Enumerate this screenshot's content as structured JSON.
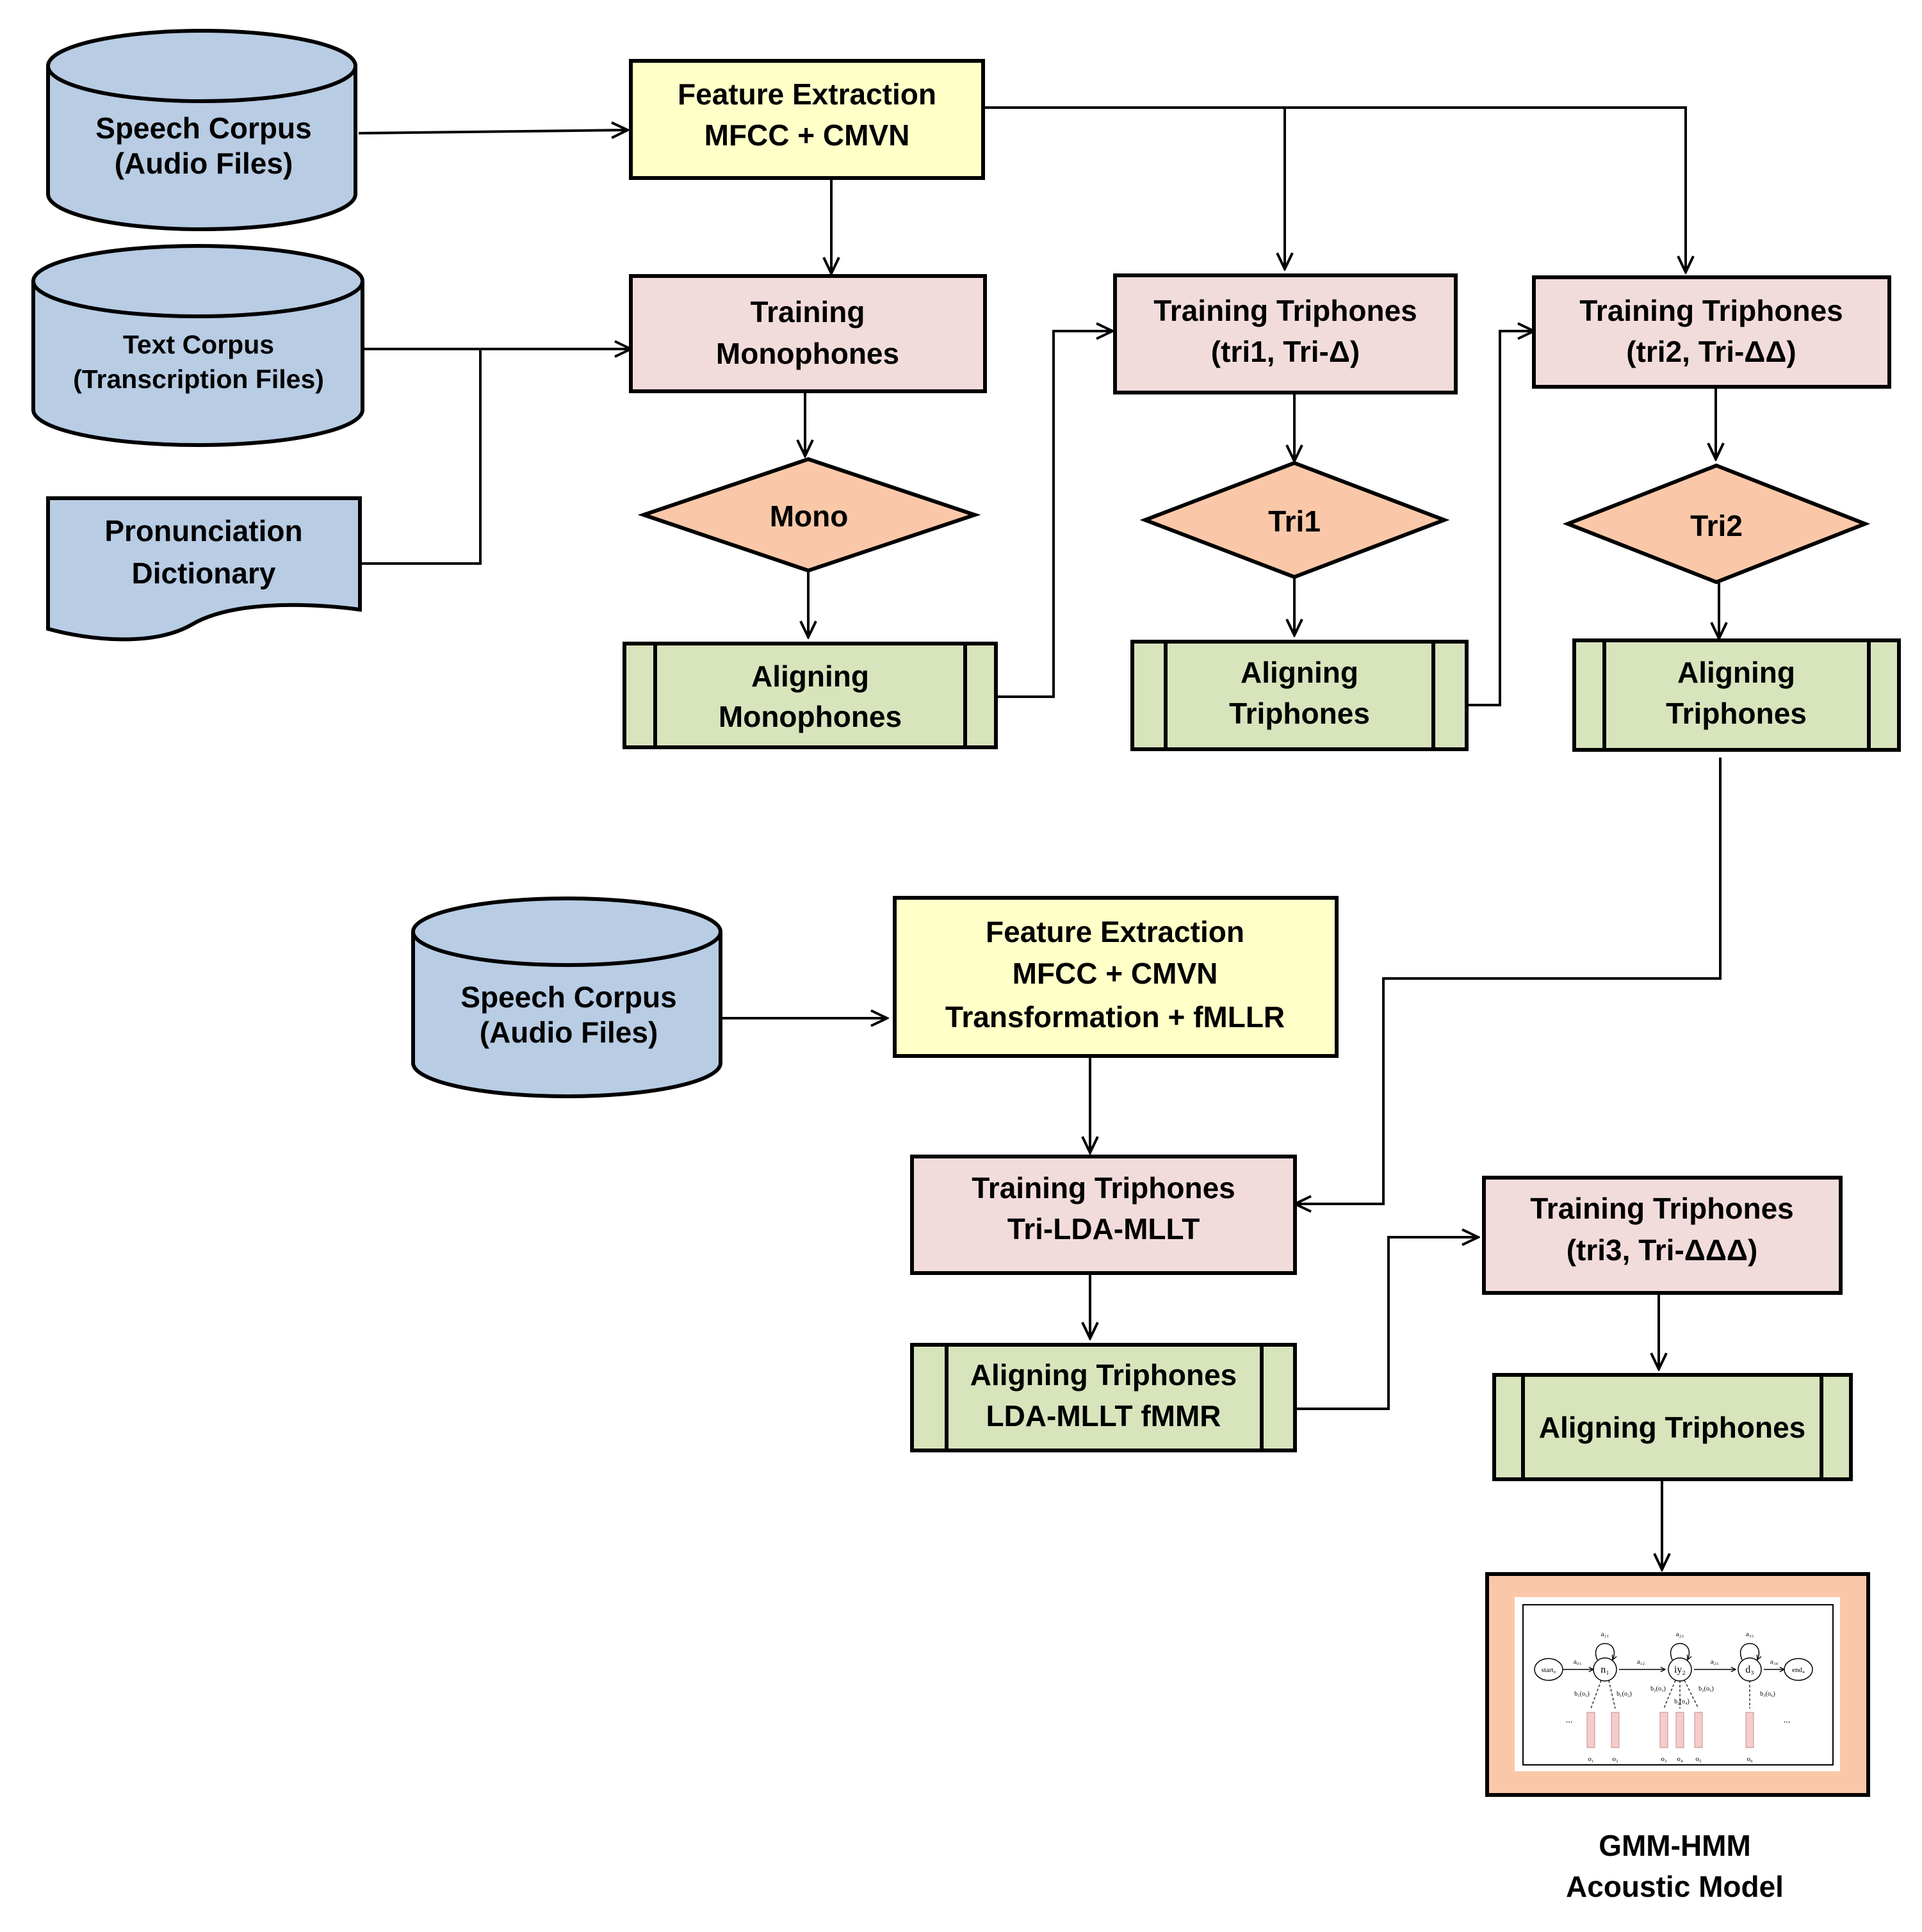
{
  "colors": {
    "store": "#b8cce4",
    "feature": "#ffffc8",
    "training": "#f2dcdb",
    "model": "#fac8a8",
    "align": "#d8e4bc",
    "output_frame": "#fac8a8",
    "hmm_state_fill": "#f4cccc"
  },
  "nodes": {
    "speech_corpus_1": {
      "line1": "Speech Corpus",
      "line2": "(Audio Files)"
    },
    "text_corpus": {
      "line1": "Text Corpus",
      "line2": "(Transcription Files)"
    },
    "pron_dict": {
      "line1": "Pronunciation",
      "line2": "Dictionary"
    },
    "feat_extract_1": {
      "line1": "Feature Extraction",
      "line2": "MFCC + CMVN"
    },
    "train_mono": {
      "line1": "Training",
      "line2": "Monophones"
    },
    "mono": {
      "label": "Mono"
    },
    "align_mono": {
      "line1": "Aligning",
      "line2": "Monophones"
    },
    "train_tri1": {
      "line1": "Training Triphones",
      "line2": "(tri1, Tri-Δ)"
    },
    "tri1": {
      "label": "Tri1"
    },
    "align_tri1": {
      "line1": "Aligning",
      "line2": "Triphones"
    },
    "train_tri2": {
      "line1": "Training Triphones",
      "line2": "(tri2, Tri-ΔΔ)"
    },
    "tri2": {
      "label": "Tri2"
    },
    "align_tri2": {
      "line1": "Aligning",
      "line2": "Triphones"
    },
    "speech_corpus_2": {
      "line1": "Speech Corpus",
      "line2": "(Audio Files)"
    },
    "feat_extract_2": {
      "line1": "Feature Extraction",
      "line2": "MFCC + CMVN",
      "line3": "Transformation + fMLLR"
    },
    "train_lda": {
      "line1": "Training Triphones",
      "line2": "Tri-LDA-MLLT"
    },
    "align_lda": {
      "line1": "Aligning Triphones",
      "line2": "LDA-MLLT fMMR"
    },
    "train_tri3": {
      "line1": "Training Triphones",
      "line2": "(tri3, Tri-ΔΔΔ)"
    },
    "align_tri3": {
      "label": "Aligning Triphones"
    },
    "output": {
      "line1": "GMM-HMM",
      "line2": "Acoustic Model"
    }
  },
  "hmm_thumbnail": {
    "start": "start₀",
    "end": "end₄",
    "states": [
      "n₁",
      "iy₂",
      "d₃"
    ],
    "self_loops": [
      "a₁₁",
      "a₂₂",
      "a₃₃"
    ],
    "transitions": [
      "a₀₁",
      "a₁₂",
      "a₂₃",
      "a₃₄"
    ],
    "emissions": [
      "b₁(o₁)",
      "b₁(o₂)",
      "b₂(o₃)",
      "b₂(o₄)",
      "b₂(o₅)",
      "b₃(o₆)"
    ],
    "observations": [
      "o₁",
      "o₂",
      "o₃",
      "o₄",
      "o₅",
      "o₆"
    ],
    "ellipsis": "..."
  }
}
